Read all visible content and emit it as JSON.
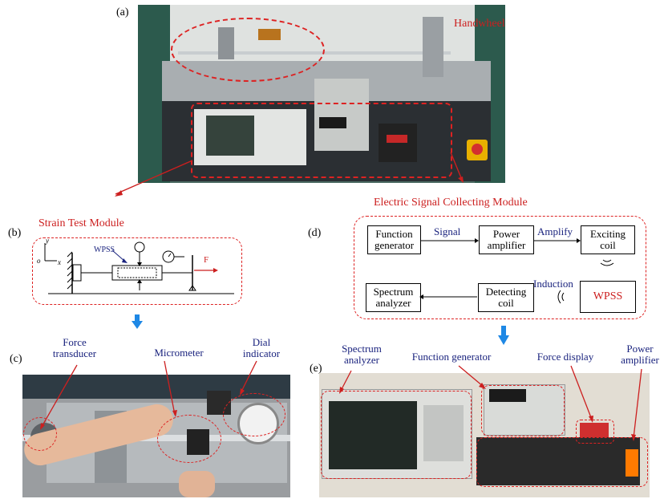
{
  "panels": {
    "a": "(a)",
    "b": "(b)",
    "c": "(c)",
    "d": "(d)",
    "e": "(e)"
  },
  "titles": {
    "handwheel": "Handwheel",
    "strain_test_module": "Strain Test Module",
    "electric_module": "Electric Signal Collecting Module"
  },
  "schematic_b": {
    "wpss": "WPSS",
    "force": "F",
    "axis_y": "y",
    "axis_x": "x",
    "axis_o": "o"
  },
  "flow_d": {
    "boxes": {
      "function_generator": "Function generator",
      "power_amplifier": "Power amplifier",
      "exciting_coil": "Exciting coil",
      "spectrum_analyzer": "Spectrum analyzer",
      "detecting_coil": "Detecting coil",
      "wpss": "WPSS"
    },
    "edges": {
      "signal": "Signal",
      "amplify": "Amplify",
      "induction": "Induction"
    }
  },
  "labels_c": {
    "force_transducer": "Force transducer",
    "micrometer": "Micrometer",
    "dial_indicator": "Dial indicator"
  },
  "labels_e": {
    "spectrum_analyzer": "Spectrum analyzer",
    "function_generator": "Function generator",
    "force_display": "Force display",
    "power_amplifier": "Power amplifier"
  },
  "colors": {
    "red_annotation": "#cc1f1f",
    "blue_label": "#1a237e",
    "down_arrow": "#1e88e5",
    "wpss_fill": "#e619e6"
  }
}
